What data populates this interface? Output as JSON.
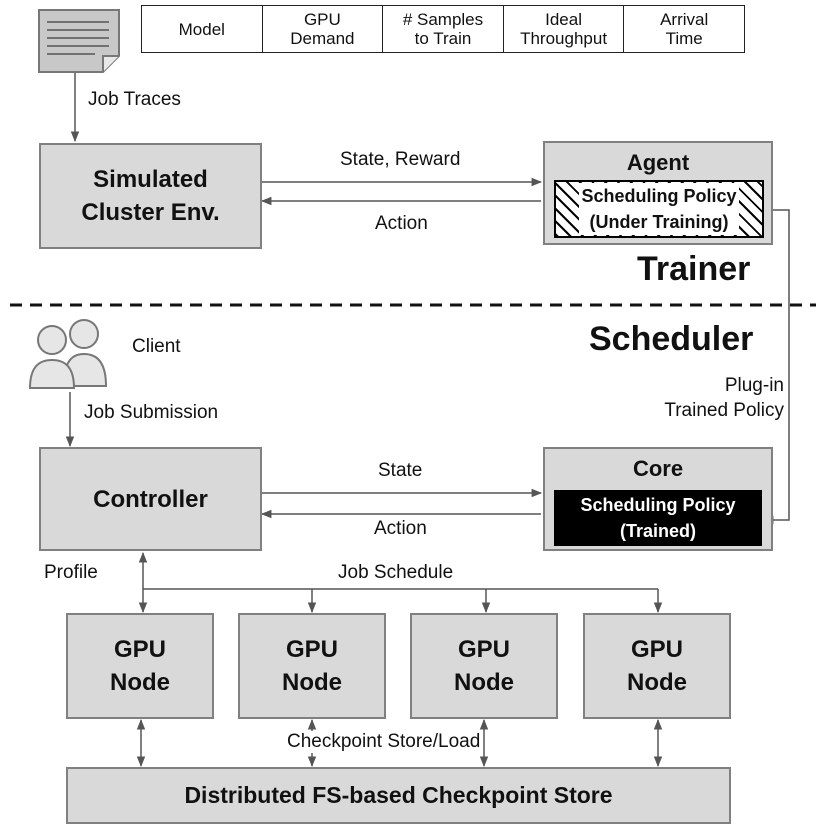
{
  "job_traces": {
    "columns": [
      "Model",
      "GPU\nDemand",
      "# Samples\nto Train",
      "Ideal\nThroughput",
      "Arrival\nTime"
    ],
    "label": "Job Traces"
  },
  "trainer": {
    "title": "Trainer",
    "sim_env": "Simulated\nCluster Env.",
    "agent_title": "Agent",
    "policy": "Scheduling Policy\n(Under Training)",
    "state_reward": "State, Reward",
    "action": "Action"
  },
  "scheduler": {
    "title": "Scheduler",
    "client": "Client",
    "job_submission": "Job Submission",
    "plug_in": "Plug-in\nTrained Policy",
    "controller": "Controller",
    "core_title": "Core",
    "policy": "Scheduling Policy\n(Trained)",
    "state": "State",
    "action": "Action",
    "profile": "Profile",
    "job_schedule": "Job Schedule",
    "gpu_nodes": [
      "GPU\nNode",
      "GPU\nNode",
      "GPU\nNode",
      "GPU\nNode"
    ],
    "checkpoint_label": "Checkpoint Store/Load",
    "checkpoint_store": "Distributed FS-based Checkpoint Store"
  }
}
